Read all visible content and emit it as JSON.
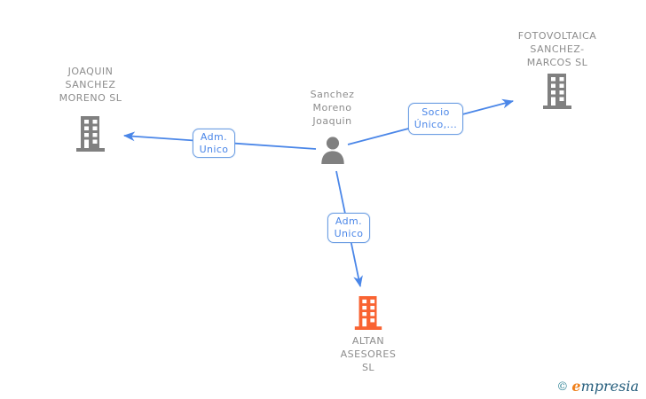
{
  "colors": {
    "edge_blue": "#4A86E8",
    "label_border_blue": "#6E9FE3",
    "label_text_blue": "#4A86E8",
    "node_icon_gray": "#808080",
    "node_text_gray": "#8C8C8C",
    "highlight_orange": "#F96332",
    "brand_teal": "#2D8295",
    "brand_dark_blue": "#245D7C",
    "brand_orange": "#EF7F1A"
  },
  "nodes": {
    "top_left": {
      "name": "JOAQUIN\nSANCHEZ\nMORENO SL",
      "type": "company"
    },
    "top_right": {
      "name": "FOTOVOLTAICA\nSANCHEZ-\nMARCOS SL",
      "type": "company"
    },
    "center": {
      "name": "Sanchez\nMoreno\nJoaquin",
      "type": "person"
    },
    "bottom": {
      "name": "ALTAN\nASESORES\nSL",
      "type": "company",
      "highlighted": true
    }
  },
  "edges": {
    "left": {
      "label": "Adm.\nUnico",
      "from": "Sanchez Moreno Joaquin",
      "to": "JOAQUIN SANCHEZ MORENO SL"
    },
    "right": {
      "label": "Socio\nÚnico,...",
      "from": "Sanchez Moreno Joaquin",
      "to": "FOTOVOLTAICA SANCHEZ-MARCOS SL"
    },
    "bottom": {
      "label": "Adm.\nUnico",
      "from": "Sanchez Moreno Joaquin",
      "to": "ALTAN ASESORES SL"
    }
  },
  "footer": {
    "copyright_symbol": "©",
    "brand_first_letter": "e",
    "brand_rest": "mpresia"
  }
}
